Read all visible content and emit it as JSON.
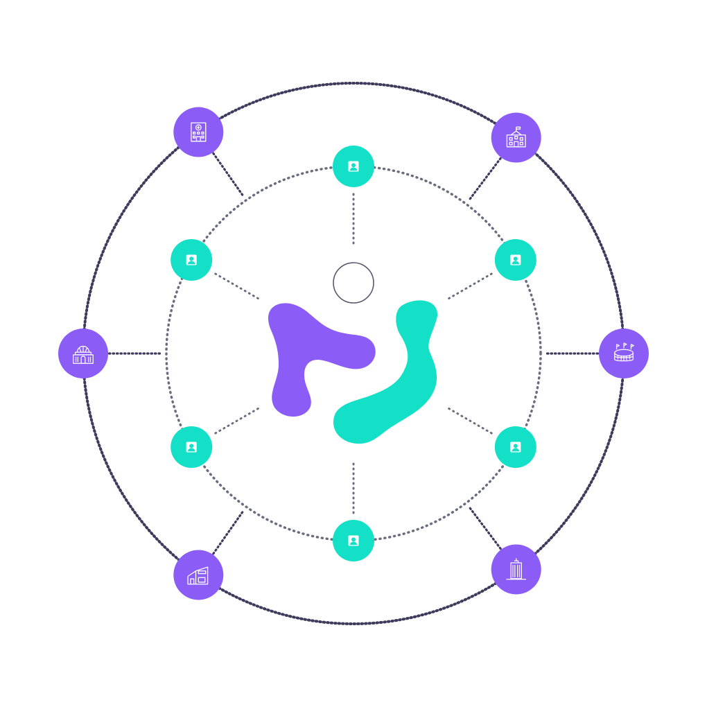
{
  "colors": {
    "background": "#ffffff",
    "purple": "#8b5cf6",
    "teal": "#14e0c8",
    "ring_outer": "#3e3a5c",
    "ring_inner": "#6b6b80",
    "icon_stroke": "#ffffff",
    "empty_node_stroke": "#5a5670"
  },
  "diagram": {
    "center_logo": {
      "name": "network-logo",
      "left_shape_color": "purple",
      "right_shape_color": "teal"
    },
    "center_empty_node": {
      "name": "empty-node"
    },
    "outer_nodes": [
      {
        "name": "hospital-node",
        "icon": "hospital-icon",
        "angle_deg": -125
      },
      {
        "name": "school-node",
        "icon": "school-icon",
        "angle_deg": -53
      },
      {
        "name": "government-building-node",
        "icon": "government-building-icon",
        "angle_deg": 180
      },
      {
        "name": "stadium-node",
        "icon": "stadium-icon",
        "angle_deg": 0
      },
      {
        "name": "house-node",
        "icon": "house-icon",
        "angle_deg": 125
      },
      {
        "name": "skyscraper-node",
        "icon": "skyscraper-icon",
        "angle_deg": 53
      }
    ],
    "inner_nodes": [
      {
        "name": "user-node-top",
        "icon": "user-icon",
        "angle_deg": -90
      },
      {
        "name": "user-node-top-right",
        "icon": "user-icon",
        "angle_deg": -30
      },
      {
        "name": "user-node-bottom-right",
        "icon": "user-icon",
        "angle_deg": 30
      },
      {
        "name": "user-node-bottom",
        "icon": "user-icon",
        "angle_deg": 90
      },
      {
        "name": "user-node-bottom-left",
        "icon": "user-icon",
        "angle_deg": 150
      },
      {
        "name": "user-node-top-left",
        "icon": "user-icon",
        "angle_deg": -150
      }
    ]
  }
}
